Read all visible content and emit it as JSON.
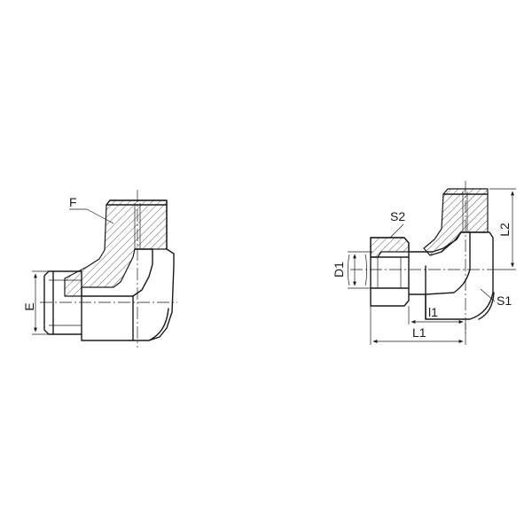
{
  "labels": {
    "F": "F",
    "E": "E",
    "S2": "S2",
    "D1": "D1",
    "L2": "L2",
    "S1": "S1",
    "l1": "l1",
    "L1": "L1"
  }
}
